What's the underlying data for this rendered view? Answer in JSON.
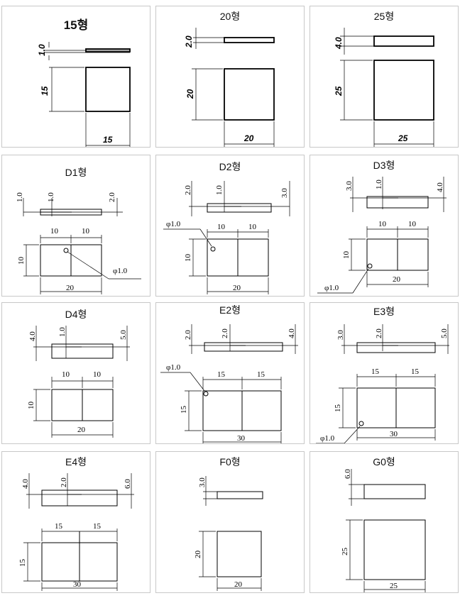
{
  "diagram": {
    "cells": [
      {
        "id": "c15",
        "title": "15형",
        "dims": {
          "thk": "1.0",
          "side": "15",
          "bottom": "15"
        }
      },
      {
        "id": "c20",
        "title": "20형",
        "dims": {
          "thk": "2.0",
          "side": "20",
          "bottom": "20"
        }
      },
      {
        "id": "c25",
        "title": "25형",
        "dims": {
          "thk": "4.0",
          "side": "25",
          "bottom": "25"
        }
      },
      {
        "id": "cD1",
        "title": "D1형",
        "dims": {
          "t1": "1.0",
          "t2": "1.0",
          "t3": "2.0",
          "w1": "10",
          "w2": "10",
          "side": "10",
          "bottom": "20",
          "hole": "φ1.0"
        }
      },
      {
        "id": "cD2",
        "title": "D2형",
        "dims": {
          "t1": "2.0",
          "t2": "1.0",
          "t3": "3.0",
          "w1": "10",
          "w2": "10",
          "side": "10",
          "bottom": "20",
          "hole": "φ1.0"
        }
      },
      {
        "id": "cD3",
        "title": "D3형",
        "dims": {
          "t1": "3.0",
          "t2": "1.0",
          "t3": "4.0",
          "w1": "10",
          "w2": "10",
          "side": "10",
          "bottom": "20",
          "hole": "φ1.0"
        }
      },
      {
        "id": "cD4",
        "title": "D4형",
        "dims": {
          "t1": "4.0",
          "t2": "1.0",
          "t3": "5.0",
          "w1": "10",
          "w2": "10",
          "side": "10",
          "bottom": "20"
        }
      },
      {
        "id": "cE2",
        "title": "E2형",
        "dims": {
          "t1": "2.0",
          "t2": "2.0",
          "t3": "4.0",
          "w1": "15",
          "w2": "15",
          "side": "15",
          "bottom": "30",
          "hole": "φ1.0"
        }
      },
      {
        "id": "cE3",
        "title": "E3형",
        "dims": {
          "t1": "3.0",
          "t2": "2.0",
          "t3": "5.0",
          "w1": "15",
          "w2": "15",
          "side": "15",
          "bottom": "30",
          "hole": "φ1.0"
        }
      },
      {
        "id": "cE4",
        "title": "E4형",
        "dims": {
          "t1": "4.0",
          "t2": "2.0",
          "t3": "6.0",
          "w1": "15",
          "w2": "15",
          "side": "15",
          "bottom": "30"
        }
      },
      {
        "id": "cF0",
        "title": "F0형",
        "dims": {
          "thk": "3.0",
          "side": "20",
          "bottom": "20"
        }
      },
      {
        "id": "cG0",
        "title": "G0형",
        "dims": {
          "thk": "6.0",
          "side": "25",
          "bottom": "25"
        }
      }
    ]
  }
}
